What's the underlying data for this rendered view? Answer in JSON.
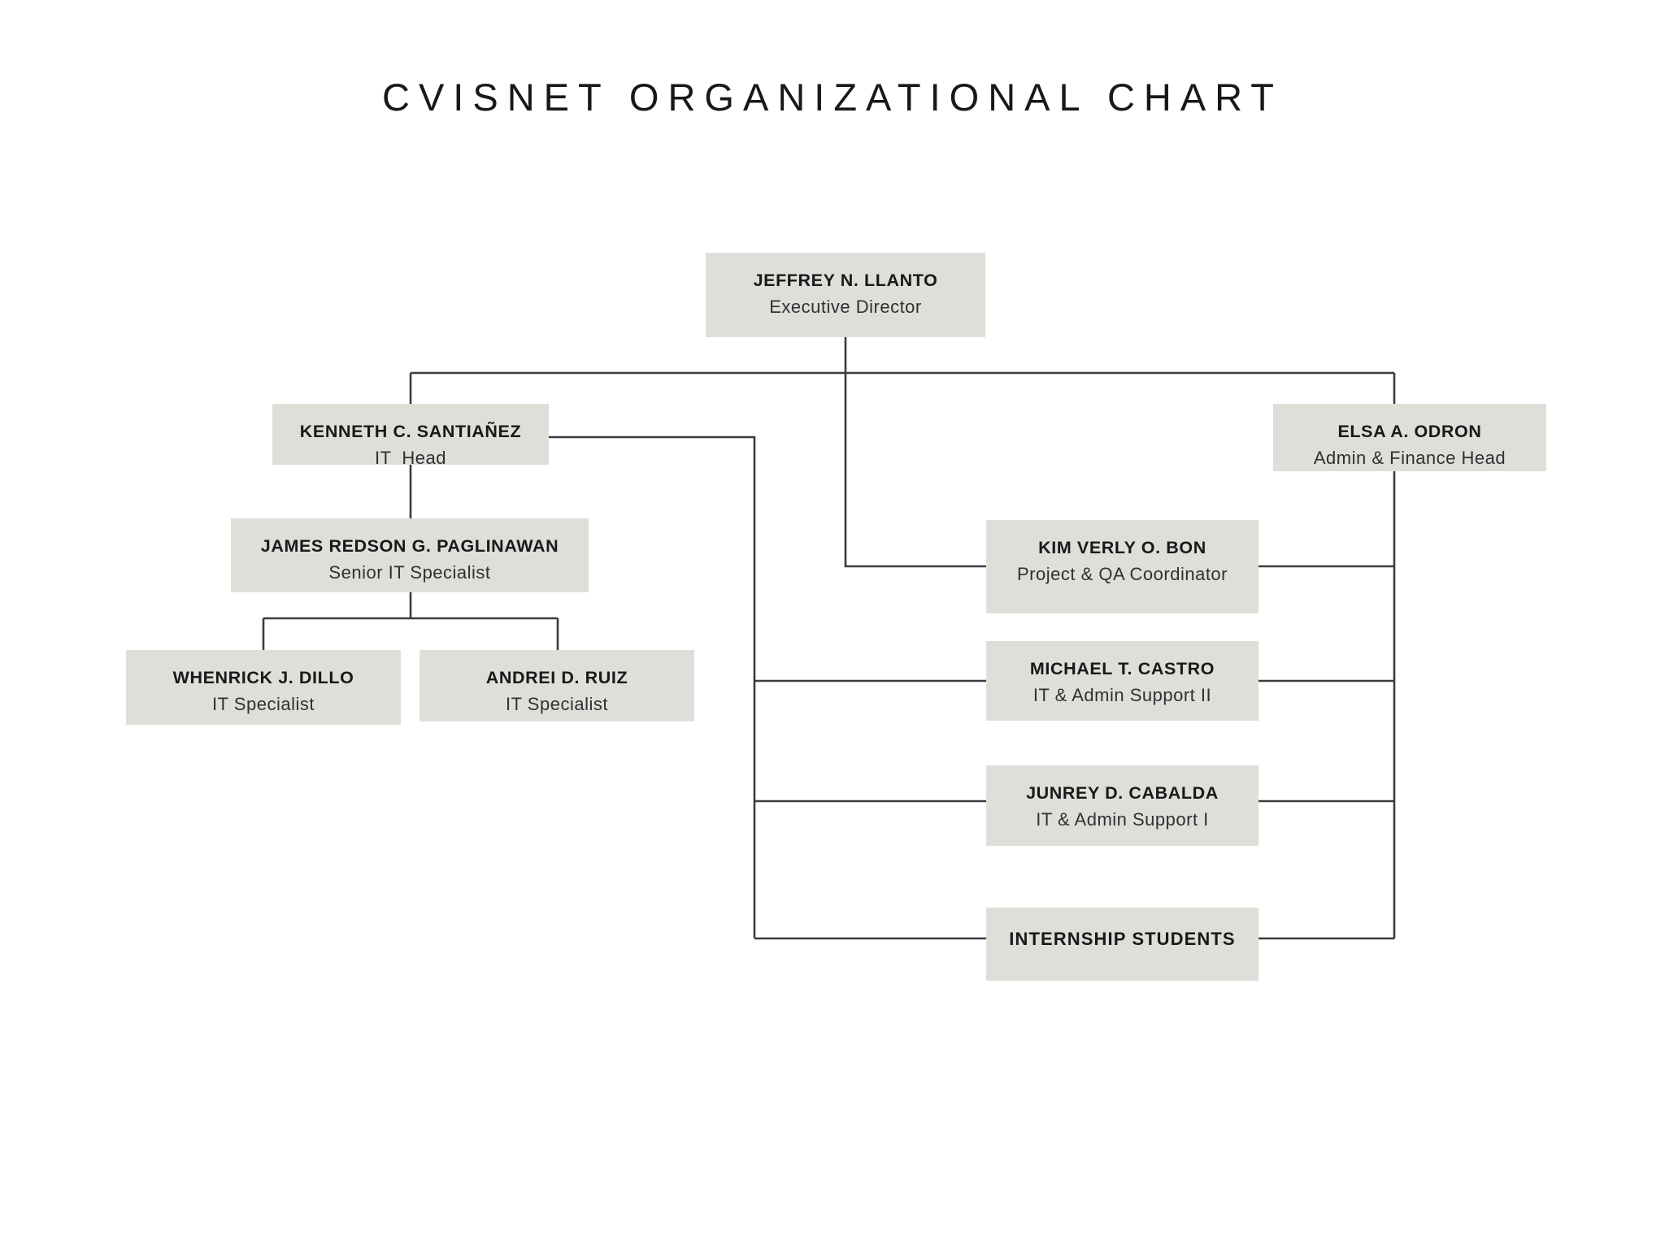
{
  "title": "CVISNET ORGANIZATIONAL CHART",
  "colors": {
    "page_background": "#ffffff",
    "node_fill": "#e0ded8",
    "connector": "#3a3c40",
    "name_text": "#17191b",
    "title_text": "#2e3134"
  },
  "nodes": [
    {
      "id": "exec-director",
      "name": "JEFFREY N. LLANTO",
      "role": "Executive Director"
    },
    {
      "id": "it-head",
      "name": "KENNETH C. SANTIAÑEZ",
      "role": "IT  Head"
    },
    {
      "id": "admin-finance-head",
      "name": "ELSA A. ODRON",
      "role": "Admin & Finance Head"
    },
    {
      "id": "senior-it-specialist",
      "name": "JAMES REDSON G. PAGLINAWAN",
      "role": "Senior IT Specialist"
    },
    {
      "id": "it-specialist-dillo",
      "name": "WHENRICK J. DILLO",
      "role": "IT Specialist"
    },
    {
      "id": "it-specialist-ruiz",
      "name": "ANDREI D. RUIZ",
      "role": "IT Specialist"
    },
    {
      "id": "project-qa-coordinator",
      "name": "KIM VERLY O. BON",
      "role": "Project & QA Coordinator"
    },
    {
      "id": "it-admin-support-2",
      "name": "MICHAEL T. CASTRO",
      "role": "IT & Admin Support II"
    },
    {
      "id": "it-admin-support-1",
      "name": "JUNREY D. CABALDA",
      "role": "IT & Admin Support I"
    },
    {
      "id": "internship-students",
      "name": "INTERNSHIP STUDENTS",
      "role": ""
    }
  ]
}
